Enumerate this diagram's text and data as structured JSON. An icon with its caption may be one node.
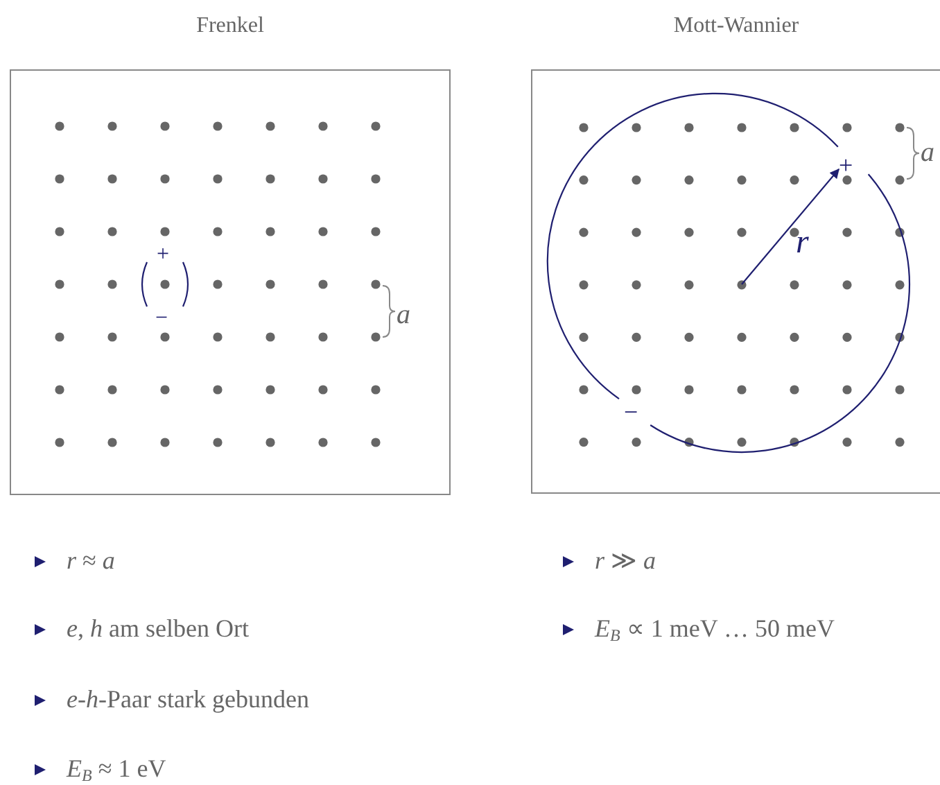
{
  "diagram": {
    "nodes": [
      {
        "text": [
          "Frenkel"
        ]
      },
      {
        "text": [
          "Mott-Wannier"
        ]
      }
    ],
    "labels": [
      "+",
      "−",
      "*a*",
      "*a*",
      "+",
      "*r*",
      "−",
      "*r* ≈ *a*",
      "*e*, *h* am selben Ort",
      "*e*-*h*-Paar stark gebunden",
      "*E*$_{B}$ ≈ 1 eV",
      "*r* ≫ *a*",
      "*E*$_{B}$ ∝ 1 meV … 50 meV"
    ]
  }
}
